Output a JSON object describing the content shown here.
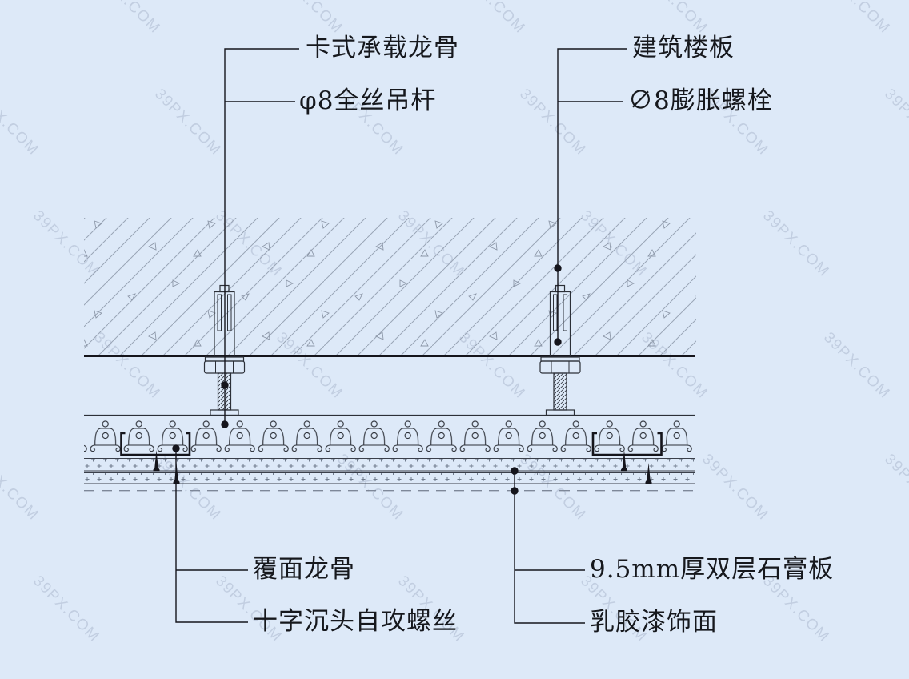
{
  "watermark": {
    "text": "39PX.COM"
  },
  "colors": {
    "background": "#dde9f8",
    "line": "#15151c",
    "thin_line": "#2c3038",
    "hatch": "#9aa5b6",
    "dash": "#7e8899",
    "stipple": "#707b8c",
    "watermark": "#7d8ca7"
  },
  "callouts": {
    "carrier_channel": "卡式承载龙骨",
    "hanger_rod": "φ8全丝吊杆",
    "floor_slab": "建筑楼板",
    "expansion_bolt": "∅8膨胀螺栓",
    "furring_channel": "覆面龙骨",
    "self_tapping_screw": "十字沉头自攻螺丝",
    "gypsum_board": "9.5mm厚双层石膏板",
    "latex_paint": "乳胶漆饰面"
  }
}
